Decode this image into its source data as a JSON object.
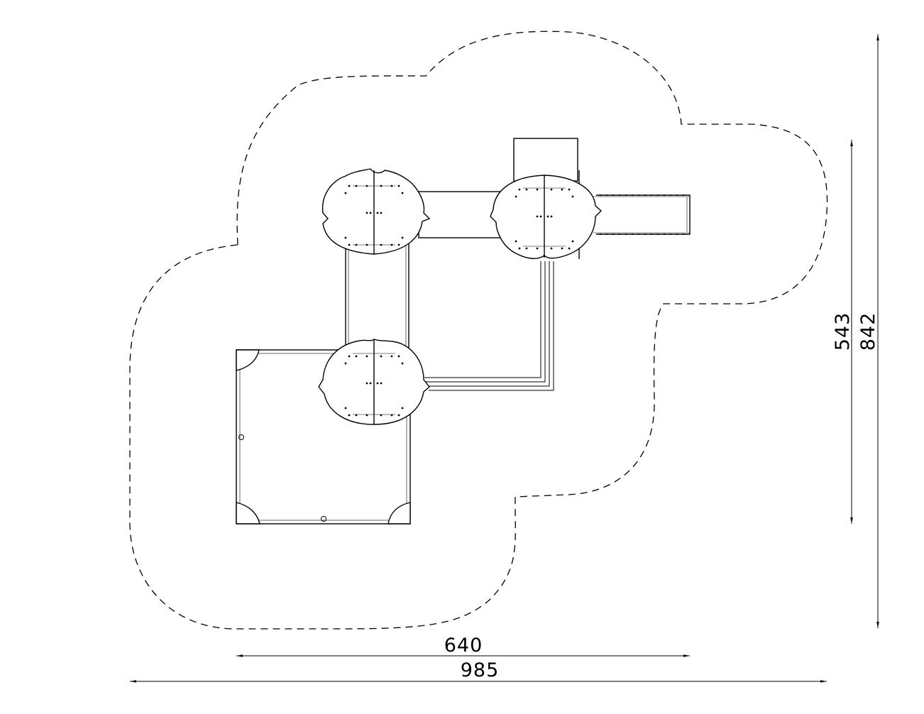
{
  "dimensions": {
    "inner_width": "640",
    "outer_width": "985",
    "inner_height": "543",
    "outer_height": "842"
  },
  "colors": {
    "line": "#000000",
    "background": "#ffffff"
  }
}
